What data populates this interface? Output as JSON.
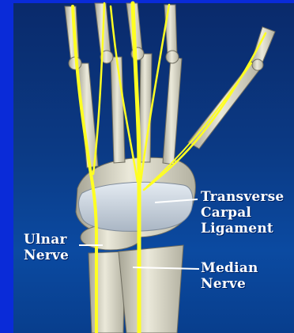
{
  "labels": {
    "transverse_carpal_ligament": [
      "Transverse",
      "Carpal",
      "Ligament"
    ],
    "ulnar_nerve": [
      "Ulnar",
      "Nerve"
    ],
    "median_nerve": [
      "Median",
      "Nerve"
    ]
  },
  "colors": {
    "border_blue": "#0a2bd8",
    "background_navy": "#0b3a85",
    "bone": "#e4e2d2",
    "bone_shadow": "#9a9888",
    "nerve_yellow": "#ffff22",
    "ligament": "#c9d3df",
    "label_text": "#ffffff"
  }
}
